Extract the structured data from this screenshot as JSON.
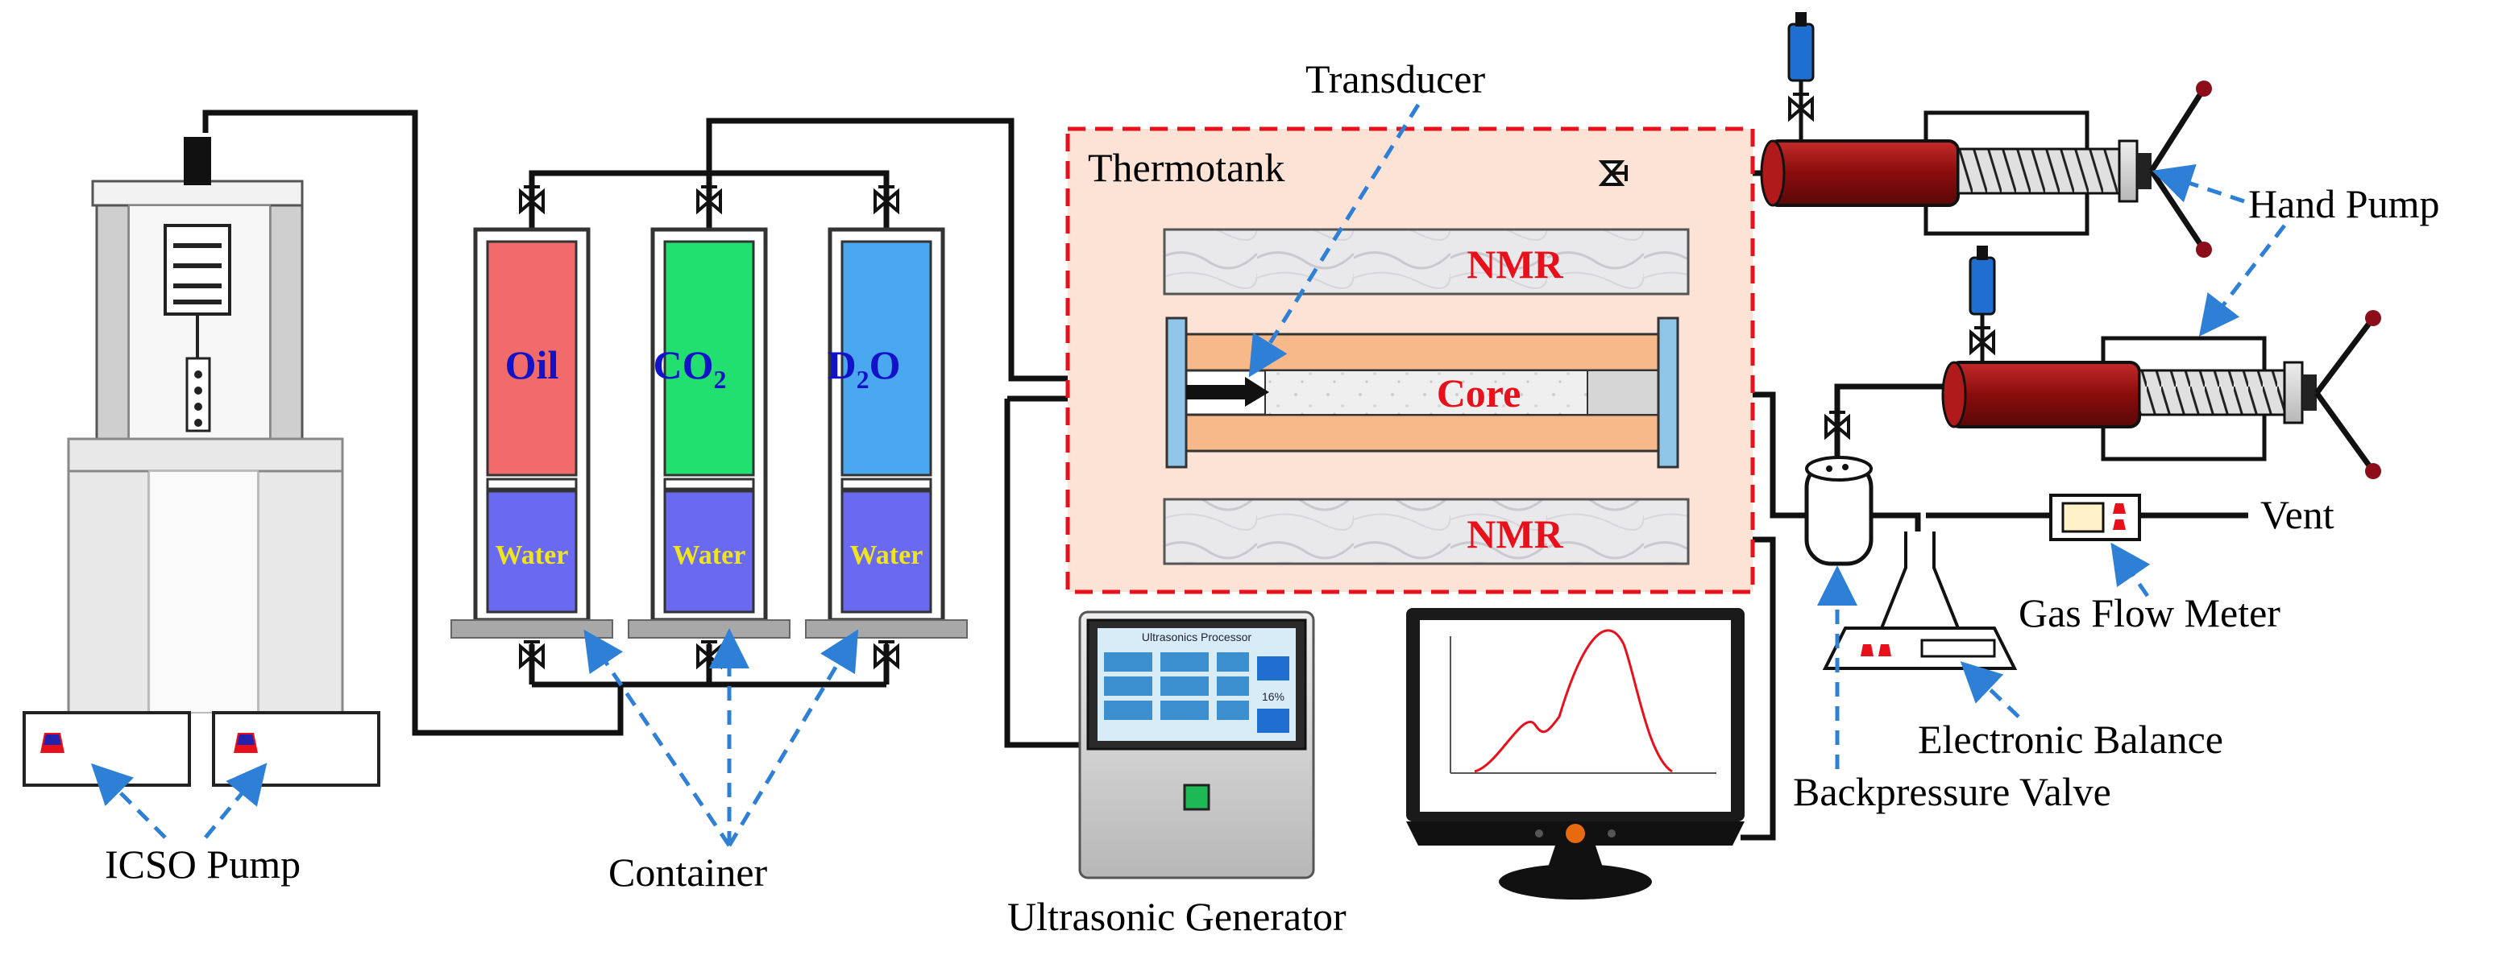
{
  "labels": {
    "transducer": "Transducer",
    "thermotank": "Thermotank",
    "nmr_top": "NMR",
    "nmr_bottom": "NMR",
    "core": "Core",
    "oil": "Oil",
    "co2_base": "CO",
    "co2_sub": "2",
    "d2o_d": "D",
    "d2o_sub": "2",
    "d2o_o": "O",
    "water1": "Water",
    "water2": "Water",
    "water3": "Water",
    "hand_pump": "Hand Pump",
    "vent": "Vent",
    "gas_flow_meter": "Gas Flow Meter",
    "electronic_balance": "Electronic Balance",
    "backpressure_valve": "Backpressure Valve",
    "icso_pump": "ICSO Pump",
    "container": "Container",
    "ultrasonic_generator": "Ultrasonic Generator",
    "processor_title": "Ultrasonics Processor",
    "processor_level": "16%"
  },
  "colors": {
    "oil": "#f26b6b",
    "co2": "#22e070",
    "d2o": "#4aa8f0",
    "water": "#6a6af0",
    "core_sleeve": "#f7b98a",
    "thermotank_fill": "#fde2d6",
    "thermotank_border": "#e8101a",
    "hand_pump_barrel": "#9a0f0f",
    "hand_pump_knob": "#8b0e1a",
    "gas_cylinder": "#1f6fd0",
    "endcap": "#8fc6e8",
    "leader_lines": "#2e7fd6"
  },
  "icons": {
    "valves": "valve-icon",
    "monitor": "monitor-icon",
    "generator": "ultrasonic-generator-icon"
  }
}
